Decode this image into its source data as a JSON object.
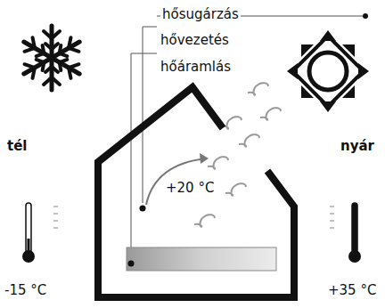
{
  "diagram": {
    "nodes": [
      {
        "text": [
          "+20 °C"
        ]
      }
    ],
    "labels": [
      "hősugárzás",
      "hővezetés",
      "hőáramlás",
      "tél",
      "nyár",
      "-15 °C",
      "+35 °C"
    ]
  }
}
